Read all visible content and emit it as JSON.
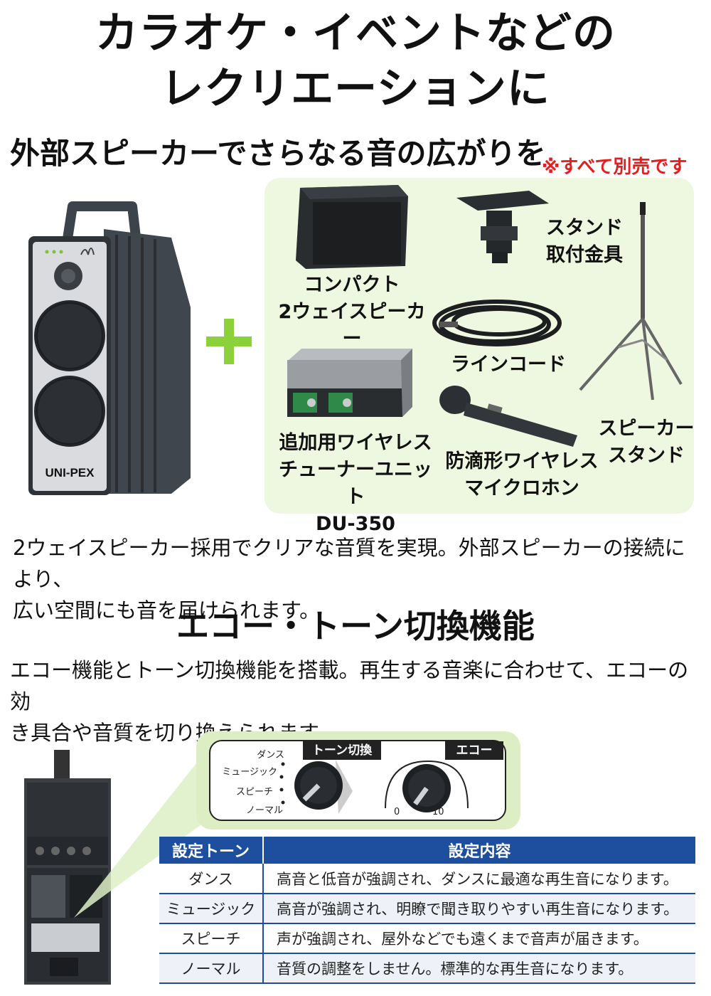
{
  "headline": {
    "line1": "カラオケ・イベントなどの",
    "line2": "レクリエーションに"
  },
  "subhead": "外部スピーカーでさらなる音の広がりを",
  "sold_separately_note": "※すべて別売です",
  "main_speaker_brand": "UNI-PEX",
  "accessories": {
    "compact_speaker": {
      "line1": "コンパクト",
      "line2": "2ウェイスピーカー"
    },
    "stand_bracket": {
      "line1": "スタンド",
      "line2": "取付金具"
    },
    "line_cord": "ラインコード",
    "tuner_unit": {
      "line1": "追加用ワイヤレス",
      "line2": "チューナーユニット",
      "line3": "DU-350"
    },
    "wireless_mic": {
      "line1": "防滴形ワイヤレス",
      "line2": "マイクロホン"
    },
    "speaker_stand": {
      "line1": "スピーカー",
      "line2": "スタンド"
    }
  },
  "description1": {
    "line1": "2ウェイスピーカー採用でクリアな音質を実現。外部スピーカーの接続により、",
    "line2": "広い空間にも音を届けられます。"
  },
  "section2_title": "エコー・トーン切換機能",
  "description2": {
    "line1": "エコー機能とトーン切換機能を搭載。再生する音楽に合わせて、エコーの効",
    "line2": "き具合や音質を切り換えられます。"
  },
  "control_panel": {
    "tone_header": "トーン切換",
    "echo_header": "エコー",
    "tone_options": [
      "ダンス",
      "ミュージック",
      "スピーチ",
      "ノーマル"
    ],
    "echo_min": "0",
    "echo_max": "10"
  },
  "tone_table": {
    "headers": [
      "設定トーン",
      "設定内容"
    ],
    "rows": [
      [
        "ダンス",
        "高音と低音が強調され、ダンスに最適な再生音になります。"
      ],
      [
        "ミュージック",
        "高音が強調され、明瞭で聞き取りやすい再生音になります。"
      ],
      [
        "スピーチ",
        "声が強調され、屋外などでも遠くまで音声が届きます。"
      ],
      [
        "ノーマル",
        "音質の調整をしません。標準的な再生音になります。"
      ]
    ]
  },
  "colors": {
    "heading_bar": "#a59fc8",
    "note_red": "#e02020",
    "panel_green": "#eef7df",
    "plus_green": "#8ad13a",
    "table_blue": "#1d4f9e"
  }
}
